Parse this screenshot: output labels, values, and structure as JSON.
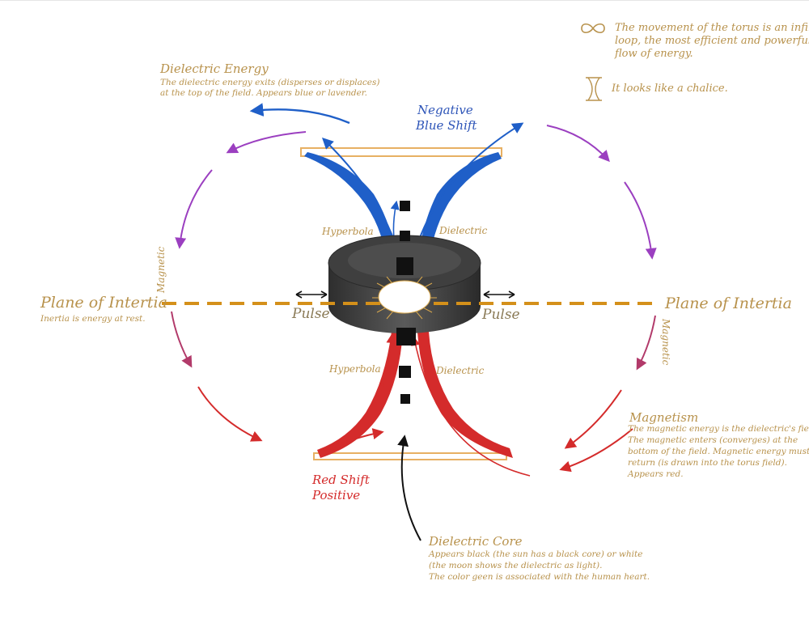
{
  "notes": {
    "infinity_icon": "infinity-icon",
    "infinity_text_1": "The movement of the torus is an infinite",
    "infinity_text_2": "loop, the most efficient and powerful",
    "infinity_text_3": "flow of energy.",
    "chalice_icon": "chalice-icon",
    "chalice_text": "It looks like a chalice."
  },
  "dielectric_energy": {
    "title": "Dielectric Energy",
    "line1": "The dielectric energy exits (disperses or displaces)",
    "line2": "at the top of the field. Appears blue or lavender."
  },
  "negative": {
    "line1": "Negative",
    "line2": "Blue Shift"
  },
  "plane_left": {
    "title": "Plane of Intertia",
    "sub": "Inertia is energy at rest."
  },
  "plane_right": {
    "title": "Plane of Intertia"
  },
  "pulse_left": "Pulse",
  "pulse_right": "Pulse",
  "hyperbola_top": "Hyperbola",
  "hyperbola_bottom": "Hyperbola",
  "dielectric_top": "Dielectric",
  "dielectric_bottom": "Dielectric",
  "magnetic_left": "Magnetic",
  "magnetic_right": "Magnetic",
  "magnetism": {
    "title": "Magnetism",
    "line1": "The magnetic energy is the dielectric's field.",
    "line2": "The magnetic enters (converges) at the",
    "line3": "bottom of the field. Magnetic energy must",
    "line4": "return (is drawn into the torus field).",
    "line5": "Appears red."
  },
  "red_shift": {
    "line1": "Red Shift",
    "line2": "Positive"
  },
  "dielectric_core": {
    "title": "Dielectric Core",
    "line1": "Appears black (the sun has a black core) or white",
    "line2": "(the moon shows the dielectric as light).",
    "line3": "The color geen is associated with the human heart."
  },
  "colors": {
    "label_gold": "#b8924c",
    "blue": "#1f5fc8",
    "red": "#d42b2b",
    "purple": "#9b3fc0",
    "orange_dash": "#d4901a",
    "torus": "#4a4a4a"
  }
}
